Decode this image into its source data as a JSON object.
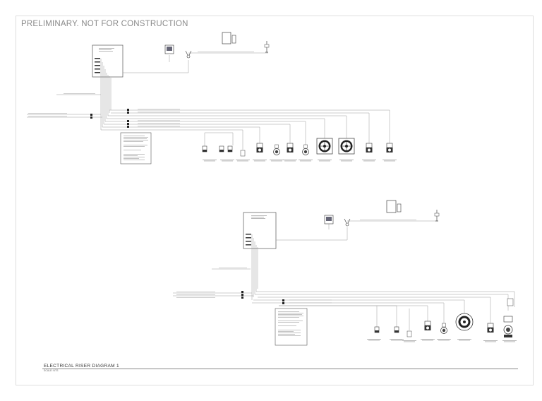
{
  "sheet": {
    "watermark": "PRELIMINARY. NOT FOR CONSTRUCTION",
    "title": "ELECTRICAL RISER DIAGRAM 1",
    "scale": "SCALE: NTS"
  },
  "colors": {
    "line": "#9a9a9a",
    "dark": "#333333",
    "frame": "#dddddd",
    "watermark": "#8a8a8a"
  }
}
